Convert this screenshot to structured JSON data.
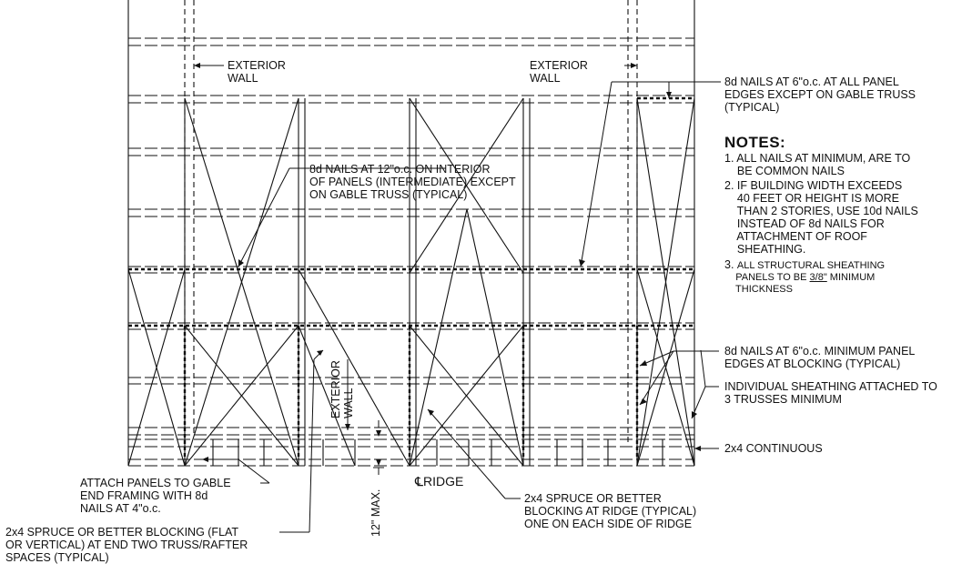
{
  "labels": {
    "exterior_wall_left": "EXTERIOR\nWALL",
    "exterior_wall_right": "EXTERIOR\nWALL",
    "exterior_wall_center": "EXTERIOR\nWALL",
    "nails_edges": "8d NAILS AT 6\"o.c. AT ALL PANEL\nEDGES EXCEPT ON GABLE TRUSS\n(TYPICAL)",
    "nails_interior": "8d NAILS AT 12\"o.c. ON INTERIOR\nOF PANELS (INTERMEDIATE) EXCEPT\nON GABLE TRUSS (TYPICAL)",
    "nails_blocking": "8d NAILS AT 6\"o.c. MINIMUM PANEL\nEDGES AT BLOCKING (TYPICAL)",
    "individual_sheathing": "INDIVIDUAL SHEATHING ATTACHED TO\n3 TRUSSES MINIMUM",
    "continuous": "2x4 CONTINUOUS",
    "attach_panels": "ATTACH PANELS TO GABLE\nEND FRAMING WITH 8d\nNAILS AT 4\"o.c.",
    "ridge": "RIDGE",
    "ridge_symbol": "℄",
    "max_spacing": "12\" MAX.",
    "ridge_blocking": "2x4 SPRUCE OR BETTER\nBLOCKING AT RIDGE (TYPICAL)\nONE ON EACH SIDE OF RIDGE",
    "end_blocking": "2x4 SPRUCE OR BETTER BLOCKING (FLAT\nOR VERTICAL) AT END TWO TRUSS/RAFTER\nSPACES (TYPICAL)"
  },
  "notes": {
    "title": "NOTES:",
    "n1": "1. ALL NAILS AT MINIMUM, ARE TO\n    BE COMMON NAILS",
    "n2": "2. IF BUILDING WIDTH EXCEEDS\n    40 FEET OR HEIGHT IS MORE\n    THAN 2 STORIES, USE 10d NAILS\n    INSTEAD OF 8d NAILS FOR\n    ATTACHMENT OF ROOF\n    SHEATHING.",
    "n3_prefix": "3. ",
    "n3_a": "ALL STRUCTURAL SHEATHING\n    PANELS TO BE ",
    "n3_fraction": "3/8\"",
    "n3_b": " MINIMUM\n    THICKNESS"
  },
  "colors": {
    "line": "#111111",
    "background": "#ffffff"
  }
}
